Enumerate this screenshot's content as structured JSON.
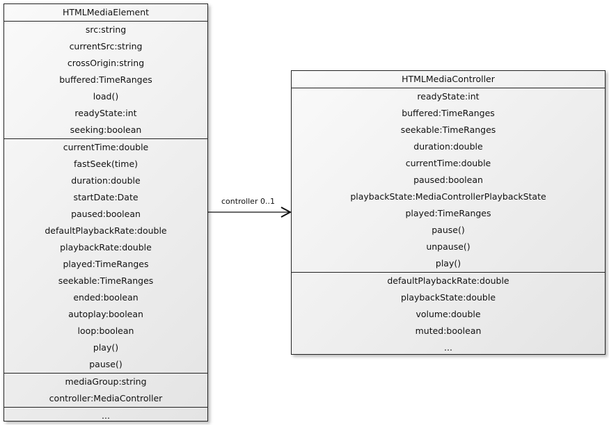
{
  "left": {
    "title": "HTMLMediaElement",
    "sections": [
      [
        "src:string",
        "currentSrc:string",
        "crossOrigin:string",
        "buffered:TimeRanges",
        "load()",
        "readyState:int",
        "seeking:boolean"
      ],
      [
        "currentTime:double",
        "fastSeek(time)",
        "duration:double",
        "startDate:Date",
        "paused:boolean",
        "defaultPlaybackRate:double",
        "playbackRate:double",
        "played:TimeRanges",
        "seekable:TimeRanges",
        "ended:boolean",
        "autoplay:boolean",
        "loop:boolean",
        "play()",
        "pause()"
      ],
      [
        "mediaGroup:string",
        "controller:MediaController"
      ],
      [
        "..."
      ]
    ]
  },
  "right": {
    "title": "HTMLMediaController",
    "sections": [
      [
        "readyState:int",
        "buffered:TimeRanges",
        "seekable:TimeRanges",
        "duration:double",
        "currentTime:double",
        "paused:boolean",
        "playbackState:MediaControllerPlaybackState",
        "played:TimeRanges",
        "pause()",
        "unpause()",
        "play()"
      ],
      [
        "defaultPlaybackRate:double",
        "playbackState:double",
        "volume:double",
        "muted:boolean",
        "..."
      ]
    ]
  },
  "association": {
    "label": "controller 0..1"
  }
}
